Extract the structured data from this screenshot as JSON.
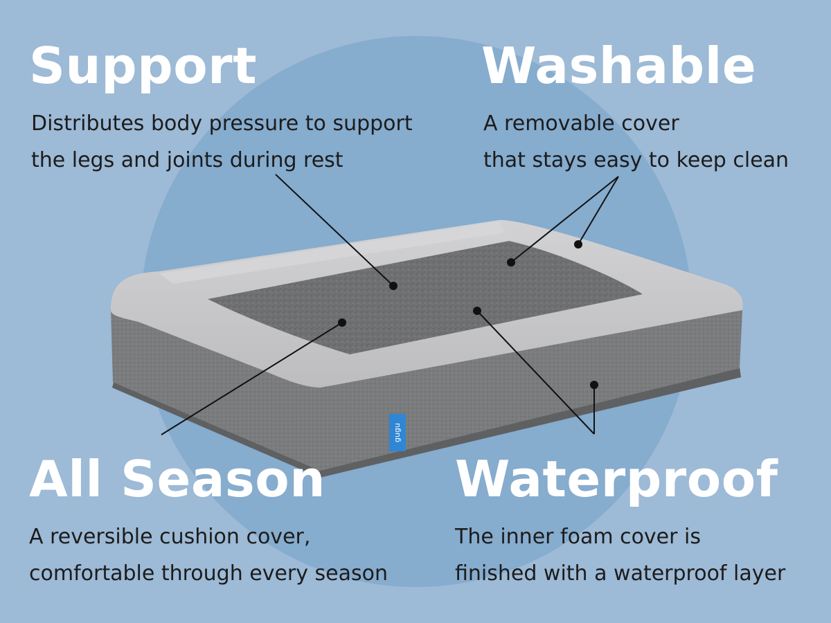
{
  "colors": {
    "background": "#9dbad6",
    "circle": "#86acce",
    "heading": "#ffffff",
    "body_text": "#1c1c1c",
    "bed_top": "#c4c4c6",
    "bed_side": "#7d7e80",
    "cushion": "#6f7072",
    "tag": "#2f86d4",
    "callout": "#111111"
  },
  "features": {
    "support": {
      "title": "Support",
      "lines": [
        "Distributes body pressure to support",
        "the legs and joints during rest"
      ]
    },
    "washable": {
      "title": "Washable",
      "lines": [
        "A removable cover",
        "that stays easy to keep clean"
      ]
    },
    "all_season": {
      "title": "All Season",
      "lines": [
        "A reversible cushion cover,",
        "comfortable through every season"
      ]
    },
    "waterproof": {
      "title": "Waterproof",
      "lines": [
        "The inner foam cover is",
        "finished with a waterproof layer"
      ]
    }
  },
  "product": {
    "brand_tag": "gugu"
  }
}
